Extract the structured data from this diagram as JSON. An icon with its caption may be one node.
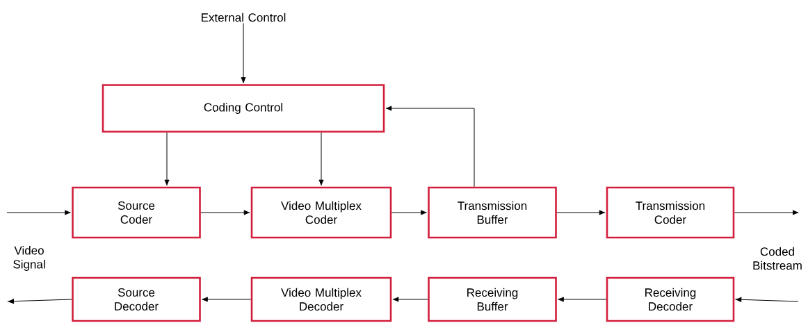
{
  "diagram": {
    "nodes": [
      {
        "text": [
          "External Control"
        ]
      },
      {
        "text": [
          "Coding Control"
        ]
      },
      {
        "text": [
          "Source Coder"
        ]
      },
      {
        "text": [
          "Video Multiplex Coder"
        ]
      },
      {
        "text": [
          "Transmission Buffer"
        ]
      },
      {
        "text": [
          "Transmission Coder"
        ]
      },
      {
        "text": [
          "Source Decoder"
        ]
      },
      {
        "text": [
          "Video Multiplex Decoder"
        ]
      },
      {
        "text": [
          "Receiving Buffer"
        ]
      },
      {
        "text": [
          "Receiving Decoder"
        ]
      }
    ],
    "edges": [
      {
        "from": 0,
        "to": 1,
        "arrow": "to"
      },
      {
        "from": 1,
        "to": 2,
        "arrow": "to"
      },
      {
        "from": 1,
        "to": 3,
        "arrow": "to"
      },
      {
        "from": 4,
        "to": 1,
        "arrow": "to"
      },
      {
        "from": null,
        "to": 2,
        "arrow": "to"
      },
      {
        "from": 2,
        "to": 3,
        "arrow": "to"
      },
      {
        "from": 3,
        "to": 4,
        "arrow": "to"
      },
      {
        "from": 4,
        "to": 5,
        "arrow": "to"
      },
      {
        "from": 5,
        "to": null,
        "arrow": "to"
      },
      {
        "from": null,
        "to": 9,
        "arrow": "to"
      },
      {
        "from": 9,
        "to": 8,
        "arrow": "to"
      },
      {
        "from": 8,
        "to": 7,
        "arrow": "to"
      },
      {
        "from": 7,
        "to": 6,
        "arrow": "to"
      },
      {
        "from": 6,
        "to": null,
        "arrow": "to"
      }
    ],
    "labels": [
      "Video Signal",
      "Coded Bitstream"
    ]
  }
}
